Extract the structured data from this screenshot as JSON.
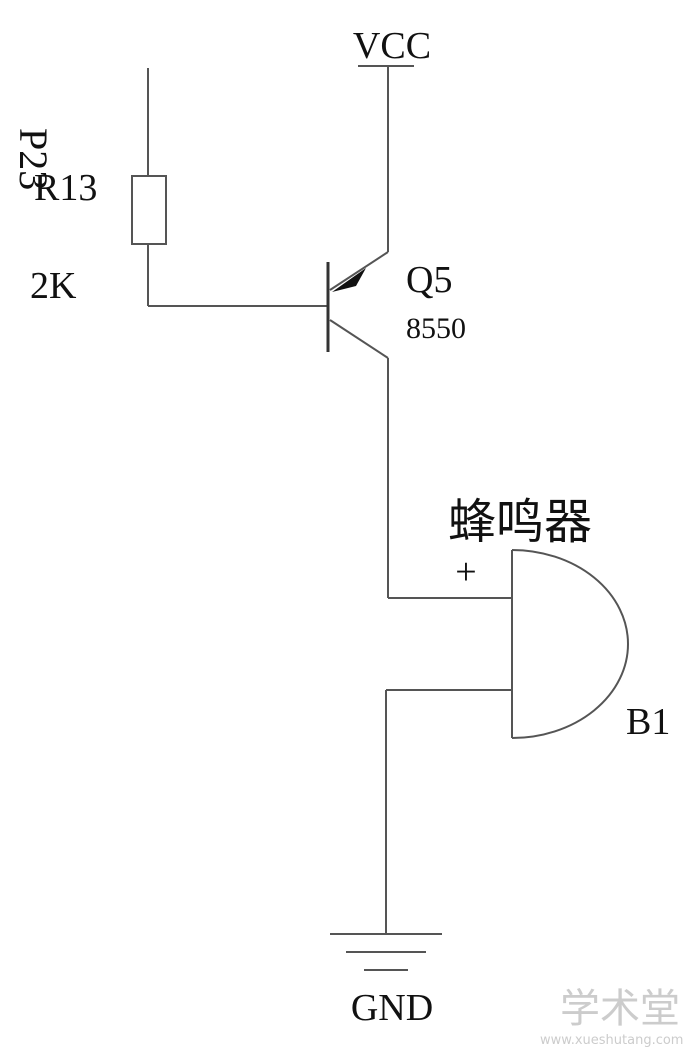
{
  "labels": {
    "vcc": "VCC",
    "gnd": "GND",
    "port": "P23",
    "resistor_ref": "R13",
    "resistor_value": "2K",
    "transistor_ref": "Q5",
    "transistor_part": "8550",
    "buzzer_name": "蜂鸣器",
    "buzzer_plus": "+",
    "buzzer_ref": "B1"
  },
  "watermark": {
    "text": "学术堂",
    "url": "www.xueshutang.com"
  }
}
